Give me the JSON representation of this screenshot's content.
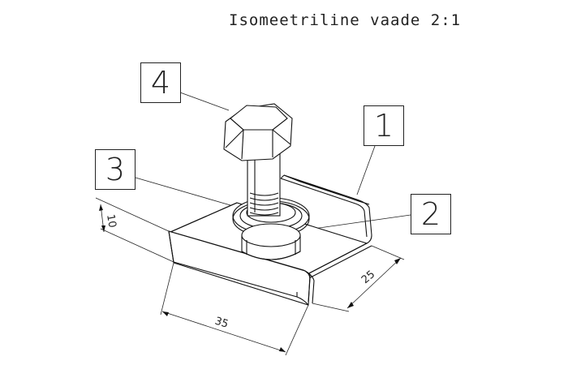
{
  "title": "Isomeetriline vaade 2:1",
  "callouts": {
    "one": "1",
    "two": "2",
    "three": "3",
    "four": "4"
  },
  "dimensions": {
    "height": "10",
    "width": "25",
    "length": "35"
  }
}
